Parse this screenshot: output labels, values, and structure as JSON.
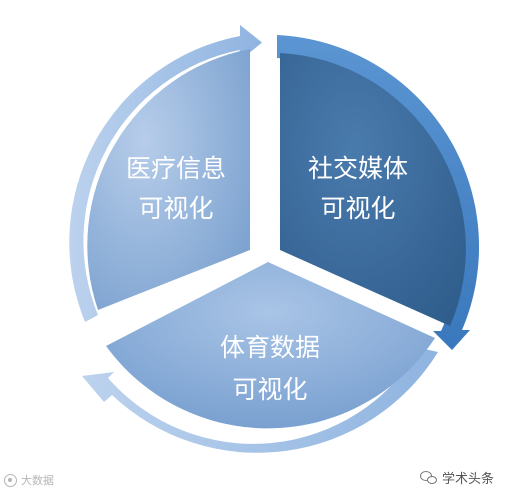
{
  "segments": [
    {
      "id": "medical",
      "line1": "医疗信息",
      "line2": "可视化",
      "color": "#8aaed8"
    },
    {
      "id": "social",
      "line1": "社交媒体",
      "line2": "可视化",
      "color": "#3f6d9c"
    },
    {
      "id": "sports",
      "line1": "体育数据",
      "line2": "可视化",
      "color": "#7fa6d3"
    }
  ],
  "arrow_colors": {
    "light": "#9fc0e6",
    "dark": "#4b86c6"
  },
  "watermarks": {
    "left": "大数据",
    "right": "学术头条"
  }
}
